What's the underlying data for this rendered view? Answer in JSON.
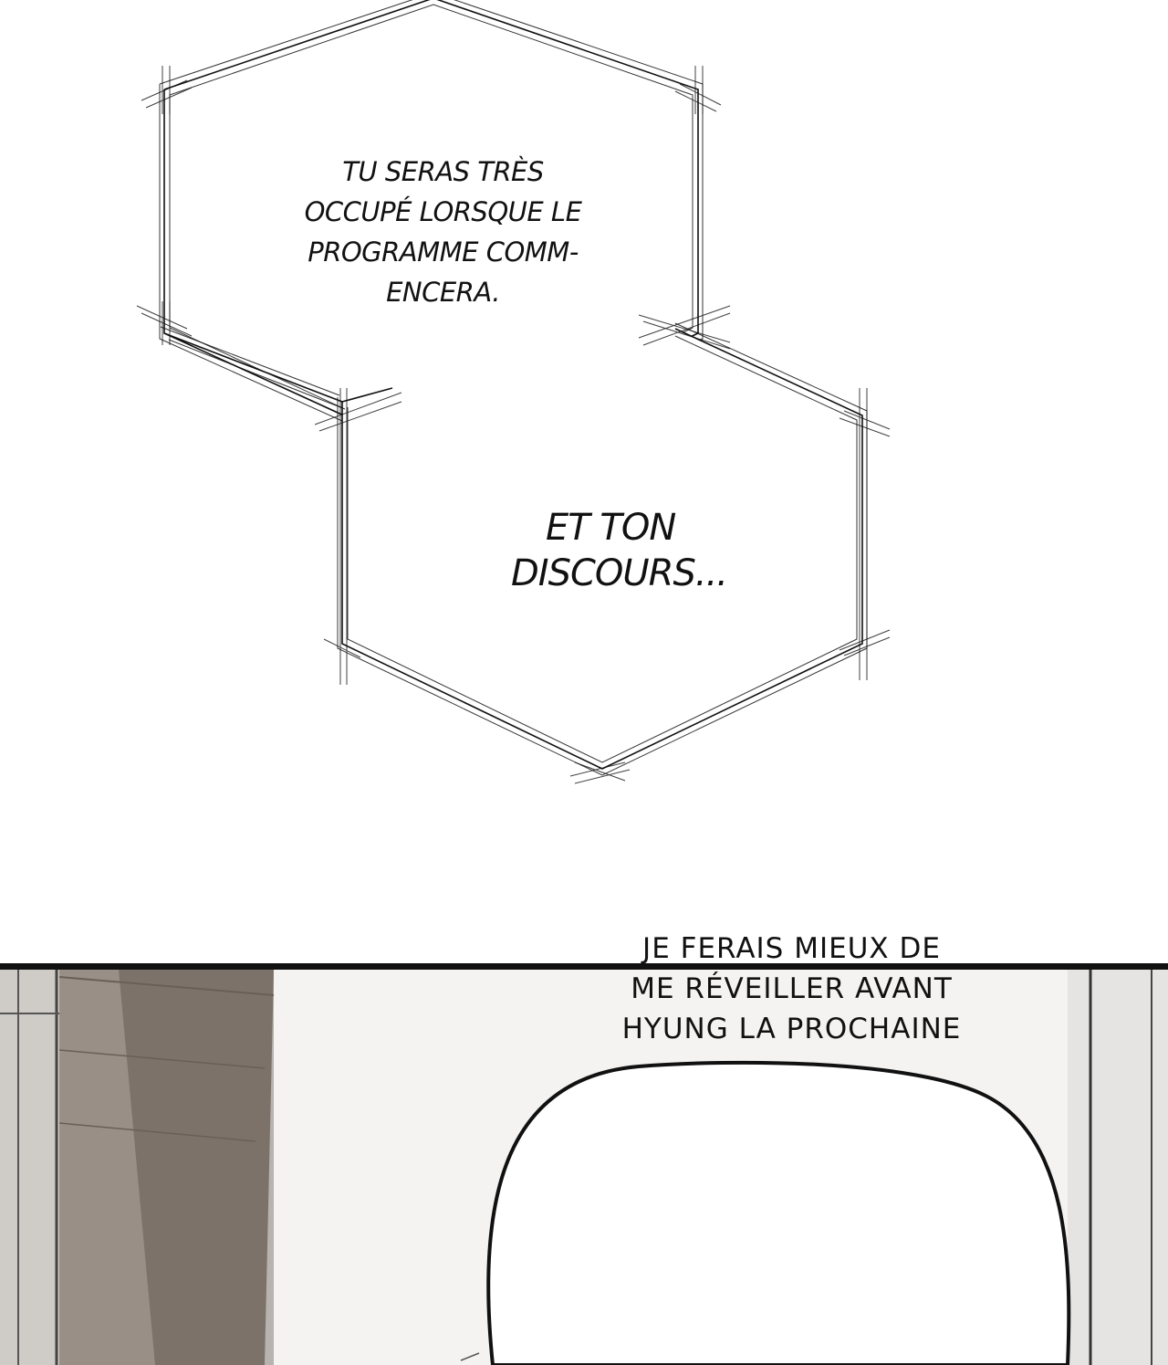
{
  "bubbles": {
    "thought_1": {
      "lines": [
        "TU SERAS TRÈS",
        "OCCUPÉ LORSQUE LE",
        "PROGRAMME COMM-",
        "ENCERA."
      ]
    },
    "thought_2": {
      "lines": [
        "ET TON",
        "DISCOURS..."
      ]
    },
    "speech_1": {
      "lines": [
        "JE FERAIS MIEUX DE",
        "ME RÉVEILLER AVANT",
        "HYUNG LA PROCHAINE"
      ]
    }
  },
  "colors": {
    "ink": "#111111",
    "background": "#ffffff",
    "panel_tone": "#8e8a86"
  }
}
